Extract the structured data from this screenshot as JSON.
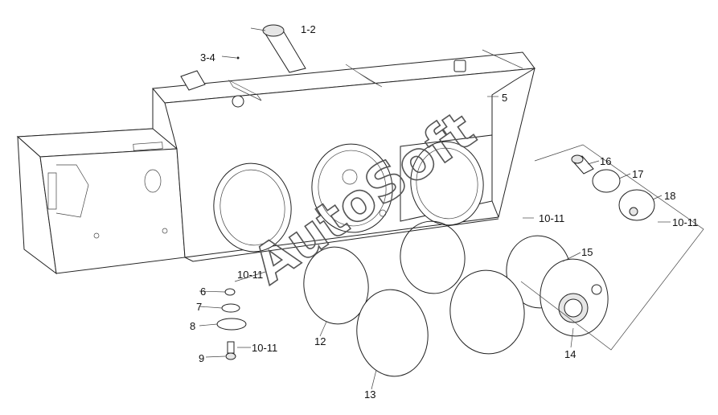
{
  "watermark": "AutoSoft",
  "labels": {
    "p1": "1-2",
    "p3": "3-4",
    "p5": "5",
    "p6": "6",
    "p7": "7",
    "p8": "8",
    "p9": "9",
    "p10a": "10-11",
    "p10b": "10-11",
    "p10c": "10-11",
    "p10d": "10-11",
    "p12": "12",
    "p13": "13",
    "p14": "14",
    "p15": "15",
    "p16": "16",
    "p17": "17",
    "p18": "18"
  }
}
